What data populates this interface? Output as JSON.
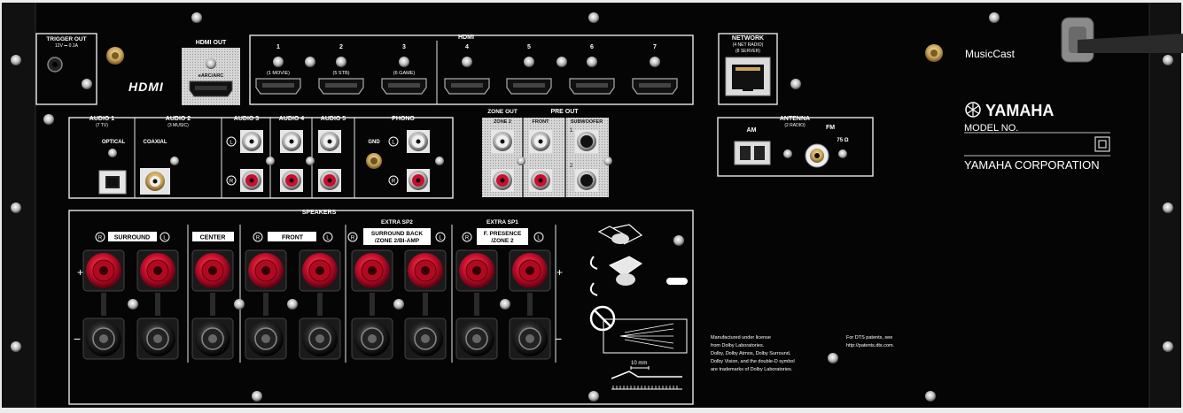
{
  "trigger": {
    "title": "TRIGGER OUT",
    "spec": "12V ⎓ 0.1A"
  },
  "hdmi": {
    "logo": "HDMI",
    "out_title": "HDMI OUT",
    "out_sub": "eARC/ARC",
    "in_title": "HDMI",
    "inputs": [
      {
        "num": "1",
        "sub": "(1 MOVIE)"
      },
      {
        "num": "2",
        "sub": "(5 STB)"
      },
      {
        "num": "3",
        "sub": "(6 GAME)"
      },
      {
        "num": "4",
        "sub": ""
      },
      {
        "num": "5",
        "sub": ""
      },
      {
        "num": "6",
        "sub": ""
      },
      {
        "num": "7",
        "sub": ""
      }
    ]
  },
  "network": {
    "title": "NETWORK",
    "sub1": "(4 NET RADIO)",
    "sub2": "(8 SERVER)"
  },
  "musiccast": "MusicCast",
  "brand": {
    "name": "YAMAHA",
    "model_label": "MODEL NO.",
    "corp": "YAMAHA CORPORATION"
  },
  "audio": {
    "a1": {
      "title": "AUDIO 1",
      "sub": "(7 TV)",
      "type": "OPTICAL"
    },
    "a2": {
      "title": "AUDIO 2",
      "sub": "(3 MUSIC)",
      "type": "COAXIAL"
    },
    "a3": "AUDIO 3",
    "a4": "AUDIO 4",
    "a5": "AUDIO 5",
    "phono": "PHONO",
    "gnd": "GND",
    "l": "L",
    "r": "R"
  },
  "preout": {
    "zone_out": "ZONE OUT",
    "zone2": "ZONE 2",
    "title": "PRE OUT",
    "front": "FRONT",
    "sub": "SUBWOOFER",
    "n1": "1",
    "n2": "2"
  },
  "antenna": {
    "title": "ANTENNA",
    "sub": "(2 RADIO)",
    "am": "AM",
    "fm": "FM",
    "ohm": "75 Ω"
  },
  "speakers": {
    "title": "SPEAKERS",
    "surround": "SURROUND",
    "center": "CENTER",
    "front": "FRONT",
    "extra_sp2": "EXTRA SP2",
    "surround_back_1": "SURROUND BACK",
    "surround_back_2": "/ZONE 2/BI-AMP",
    "extra_sp1": "EXTRA SP1",
    "fpresence_1": "F. PRESENCE",
    "fpresence_2": "/ZONE 2",
    "plus": "+",
    "minus": "−",
    "strip_len": "10 mm"
  },
  "legal": {
    "dolby": [
      "Manufactured under license",
      "from Dolby Laboratories.",
      "Dolby, Dolby Atmos, Dolby Surround,",
      "Dolby Vision, and the double-D symbol",
      "are trademarks of Dolby Laboratories."
    ],
    "dts": [
      "For DTS patents, see",
      "http://patents.dts.com."
    ]
  },
  "colors": {
    "chassis": "#050505",
    "red_terminal": "#c8102e",
    "label_white": "#ffffff",
    "gold": "#c9a45a"
  }
}
